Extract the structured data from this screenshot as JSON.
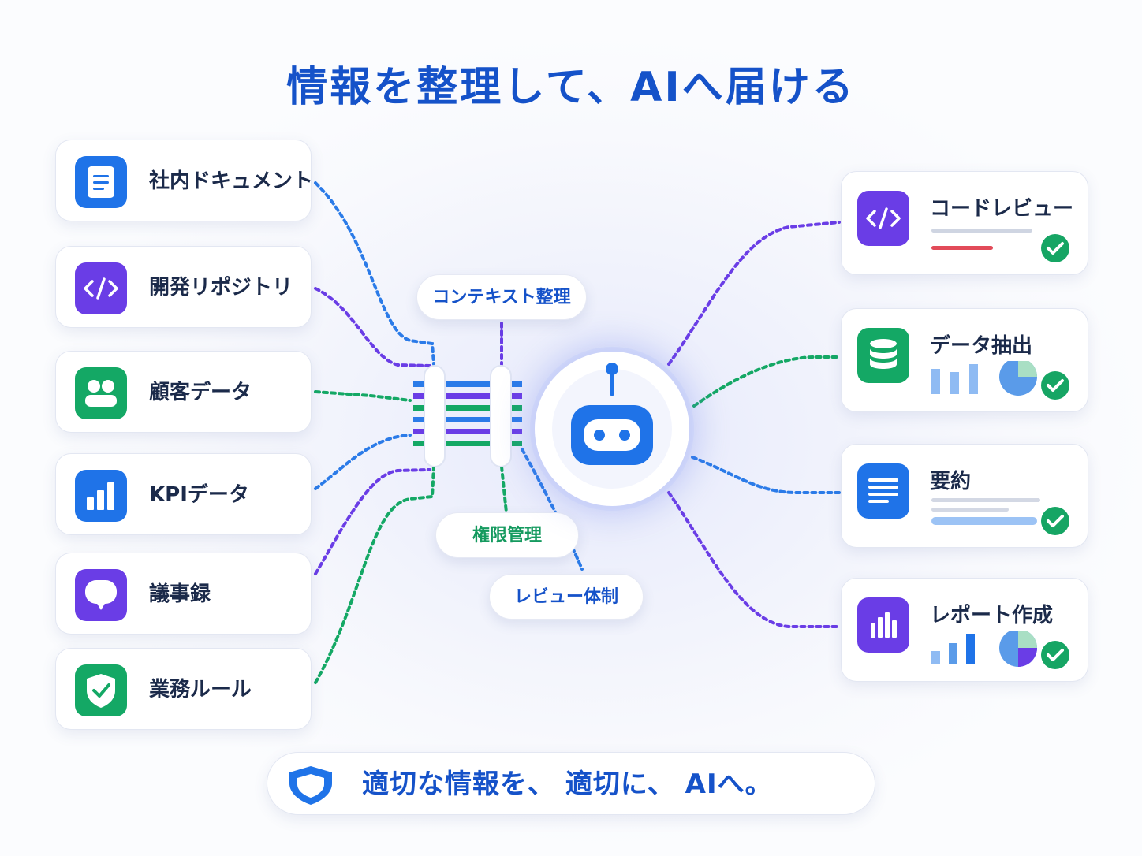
{
  "title": "情報を整理して、AIへ届ける",
  "sources": [
    {
      "label": "社内ドキュメント",
      "icon": "document-icon",
      "color": "#1f73e8"
    },
    {
      "label": "開発リポジトリ",
      "icon": "code-icon",
      "color": "#6a3de6"
    },
    {
      "label": "顧客データ",
      "icon": "users-icon",
      "color": "#14a865"
    },
    {
      "label": "KPIデータ",
      "icon": "bar-chart-icon",
      "color": "#1f73e8"
    },
    {
      "label": "議事録",
      "icon": "chat-bubble-icon",
      "color": "#6a3de6"
    },
    {
      "label": "業務ルール",
      "icon": "shield-check-icon",
      "color": "#14a865"
    }
  ],
  "process": {
    "context_label": "コンテキスト整理",
    "permission_label": "権限管理",
    "review_label": "レビュー体制"
  },
  "hub": {
    "icon": "robot-icon",
    "color": "#1f73e8"
  },
  "outputs": [
    {
      "label": "コードレビュー",
      "icon": "code-icon",
      "color": "#6a3de6"
    },
    {
      "label": "データ抽出",
      "icon": "database-icon",
      "color": "#14a865"
    },
    {
      "label": "要約",
      "icon": "document-lines-icon",
      "color": "#1f73e8"
    },
    {
      "label": "レポート作成",
      "icon": "report-chart-icon",
      "color": "#6a3de6"
    }
  ],
  "footer": {
    "text": "適切な情報を、 適切に、 AIへ。",
    "icon": "shield-icon"
  },
  "colors": {
    "blue": "#1f73e8",
    "purple": "#6a3de6",
    "green": "#14a865",
    "title": "#1552c9"
  }
}
